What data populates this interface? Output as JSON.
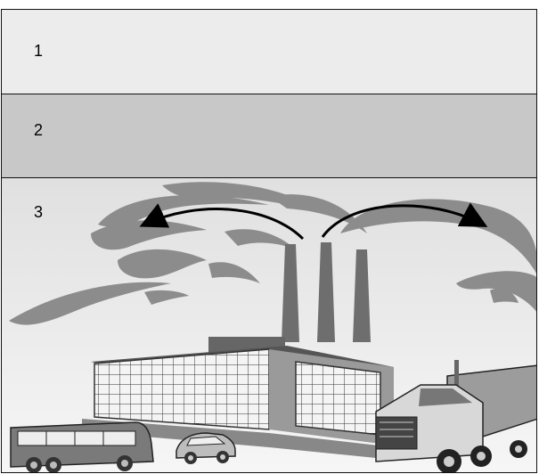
{
  "layers": [
    {
      "label": "1"
    },
    {
      "label": "2"
    },
    {
      "label": "3"
    }
  ],
  "colors": {
    "top_band": "#ececec",
    "middle_band": "#c8c8c8",
    "smoke": "#8c8c8c",
    "factory": "#7a7a7a"
  },
  "icons": [
    "smoke-plume-icon",
    "factory-icon",
    "bus-icon",
    "car-icon",
    "truck-icon",
    "arrow-icon"
  ]
}
